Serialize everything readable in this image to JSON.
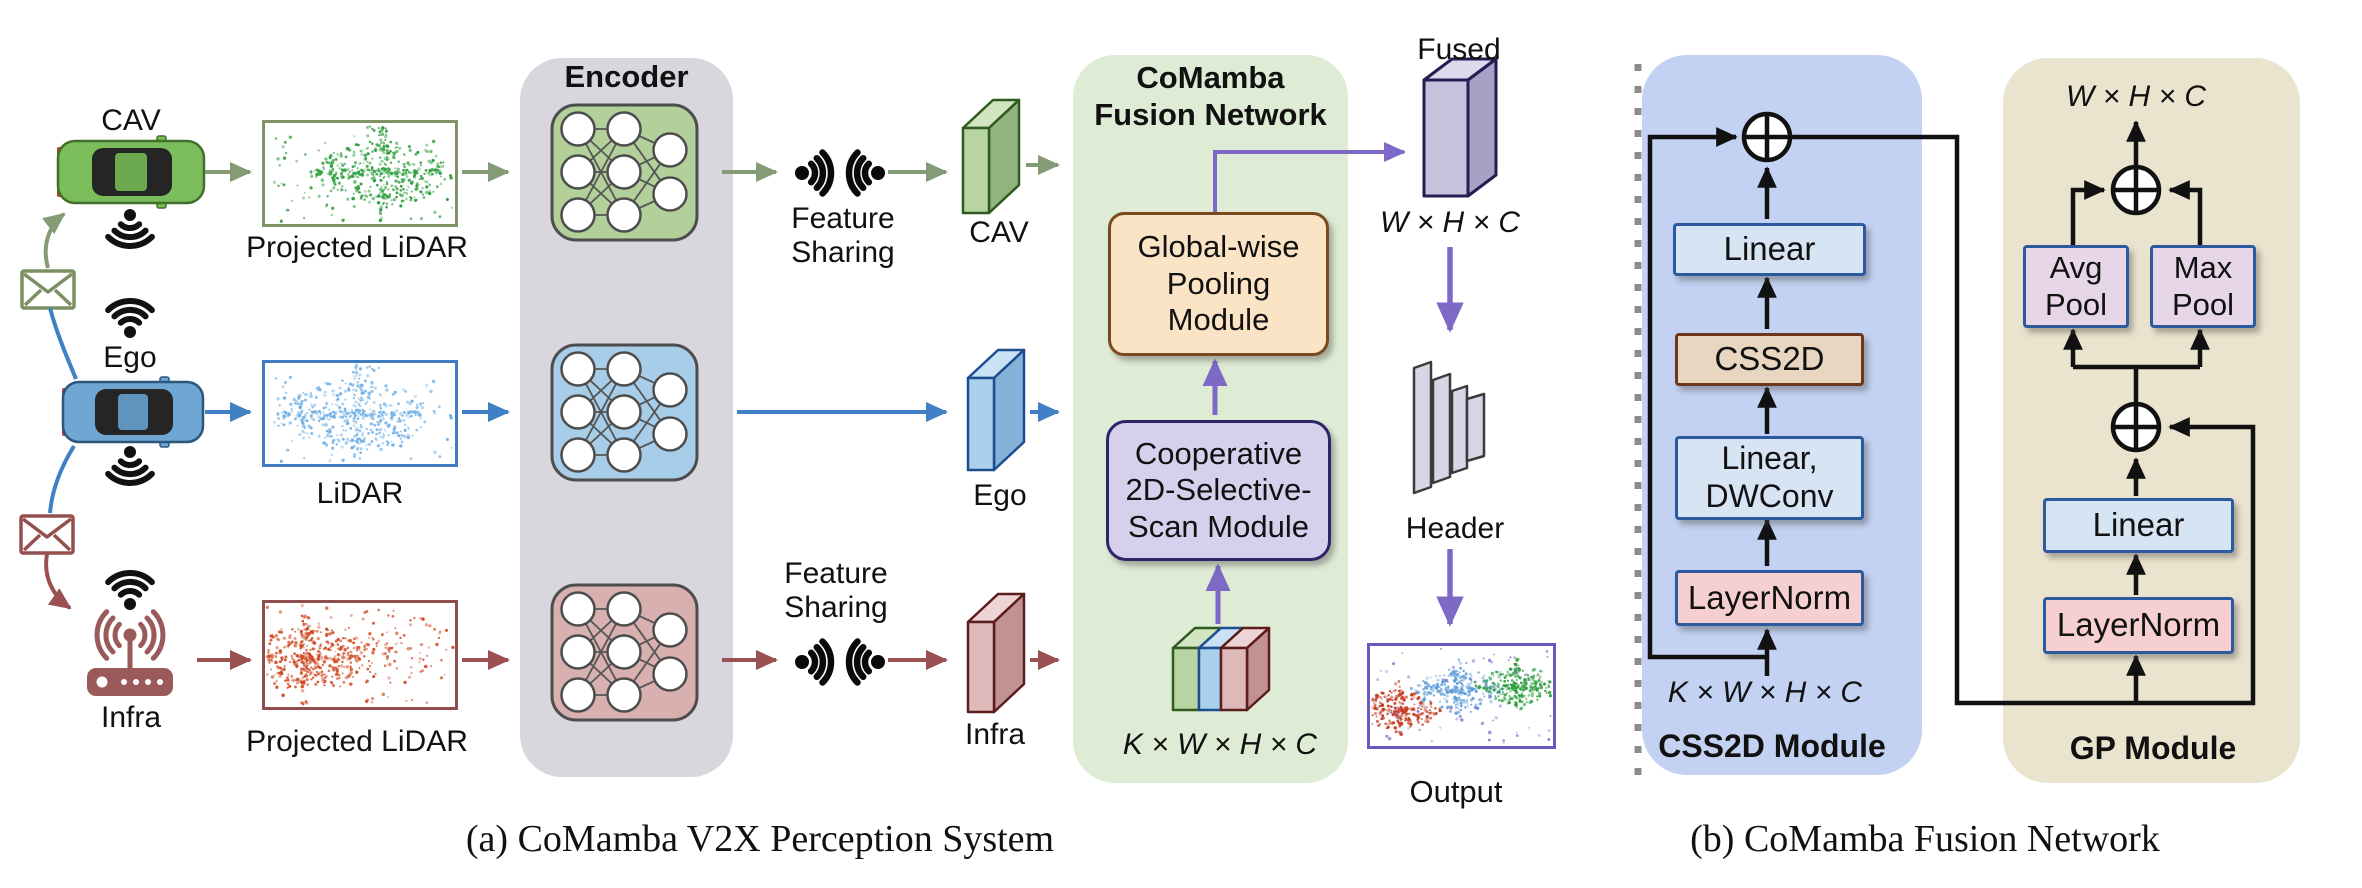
{
  "figure": {
    "panel_a": {
      "caption": "(a) CoMamba V2X Perception System",
      "encoder_title": "Encoder",
      "feature_sharing_label": "Feature\nSharing",
      "cav": {
        "agent_label": "CAV",
        "lidar_label": "Projected LiDAR",
        "feature_label": "CAV"
      },
      "ego": {
        "agent_label": "Ego",
        "lidar_label": "LiDAR",
        "feature_label": "Ego"
      },
      "infra": {
        "agent_label": "Infra",
        "lidar_label": "Projected LiDAR",
        "feature_label": "Infra"
      },
      "fusion": {
        "title": "CoMamba\nFusion Network",
        "pooling_module_label": "Global-wise\nPooling\nModule",
        "scan_module_label": "Cooperative\n2D-Selective-\nScan Module",
        "input_dim_label": "K × W × H × C"
      },
      "fused_block_label": "Fused",
      "fused_dim_label": "W × H × C",
      "header_label": "Header",
      "output_label": "Output"
    },
    "panel_b": {
      "caption": "(b) CoMamba Fusion Network",
      "css2d_module": {
        "title": "CSS2D Module",
        "input_dim_label": "K × W × H × C",
        "linear_label": "Linear",
        "css2d_label": "CSS2D",
        "linear_dwconv_label": "Linear,\nDWConv",
        "layernorm_label": "LayerNorm"
      },
      "gp_module": {
        "title": "GP Module",
        "output_dim_label": "W × H × C",
        "avg_pool_label": "Avg\nPool",
        "max_pool_label": "Max\nPool",
        "linear_label": "Linear",
        "layernorm_label": "LayerNorm"
      }
    },
    "colors": {
      "cav_accent": "#7cbd5b",
      "ego_accent": "#4080c4",
      "infra_accent": "#9b5151",
      "fusion_arrow_purple": "#7e6ac6",
      "encoder_panel_bg": "#d9d6de",
      "fusion_panel_bg": "#dfecd5",
      "css2d_panel_bg": "#c3d2f2",
      "gp_panel_bg": "#eae3cd"
    }
  }
}
